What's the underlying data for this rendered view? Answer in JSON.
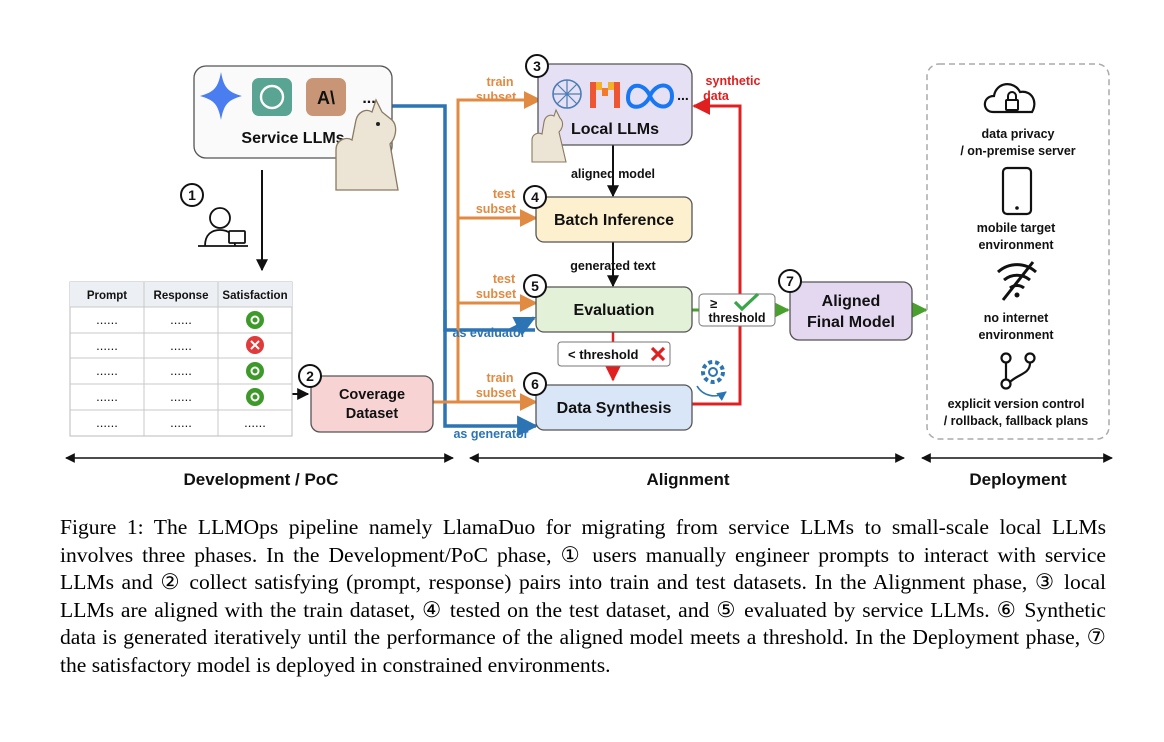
{
  "service": {
    "title": "Service LLMs",
    "more": "..."
  },
  "table": {
    "headers": [
      "Prompt",
      "Response",
      "Satisfaction"
    ],
    "rows": [
      [
        "......",
        "......",
        "ok"
      ],
      [
        "......",
        "......",
        "x"
      ],
      [
        "......",
        "......",
        "ok"
      ],
      [
        "......",
        "......",
        "ok"
      ],
      [
        "......",
        "......",
        "......"
      ]
    ]
  },
  "steps": [
    "1",
    "2",
    "3",
    "4",
    "5",
    "6",
    "7"
  ],
  "boxes": {
    "coverage": [
      "Coverage",
      "Dataset"
    ],
    "local": "Local LLMs",
    "local_more": "...",
    "batch": "Batch Inference",
    "evaluation": "Evaluation",
    "synthesis": "Data Synthesis",
    "final": [
      "Aligned",
      "Final Model"
    ]
  },
  "labels": {
    "train_subset": [
      "train",
      "subset"
    ],
    "test_subset": [
      "test",
      "subset"
    ],
    "synthetic_data": [
      "synthetic",
      "data"
    ],
    "aligned_model": "aligned model",
    "generated_text": "generated text",
    "as_evaluator": "as evaluator",
    "as_generator": "as generator",
    "ge_threshold": [
      "≥",
      "threshold"
    ],
    "lt_threshold": "< threshold"
  },
  "deployment": [
    {
      "icon": "cloud-lock-icon",
      "lines": [
        "data privacy",
        "/ on-premise server"
      ]
    },
    {
      "icon": "mobile-phone-icon",
      "lines": [
        "mobile target",
        "environment"
      ]
    },
    {
      "icon": "no-wifi-icon",
      "lines": [
        "no internet",
        "environment"
      ]
    },
    {
      "icon": "version-control-icon",
      "lines": [
        "explicit version control",
        "/ rollback, fallback plans"
      ]
    }
  ],
  "phases": [
    "Development / PoC",
    "Alignment",
    "Deployment"
  ],
  "caption": "Figure 1: The LLMOps pipeline namely LlamaDuo for migrating from service LLMs to small-scale local LLMs involves three phases. In the Development/PoC phase, ① users manually engineer prompts to interact with service LLMs and ② collect satisfying (prompt, response) pairs into train and test datasets. In the Alignment phase, ③ local LLMs are aligned with the train dataset, ④ tested on the test dataset, and ⑤ evaluated by service LLMs. ⑥ Synthetic data is generated iteratively until the performance of the aligned model meets a threshold. In the Deployment phase, ⑦ the satisfactory model is deployed in constrained environments.",
  "colors": {
    "orange": "#e08a42",
    "blue": "#2c74b3",
    "red": "#e02020",
    "green": "#4aa02c",
    "coverage_fill": "#f7d3d3",
    "local_fill": "#e6e0f4",
    "batch_fill": "#fdf0cf",
    "eval_fill": "#e3f1d8",
    "synth_fill": "#d8e6f7",
    "final_fill": "#e4d7f0"
  }
}
